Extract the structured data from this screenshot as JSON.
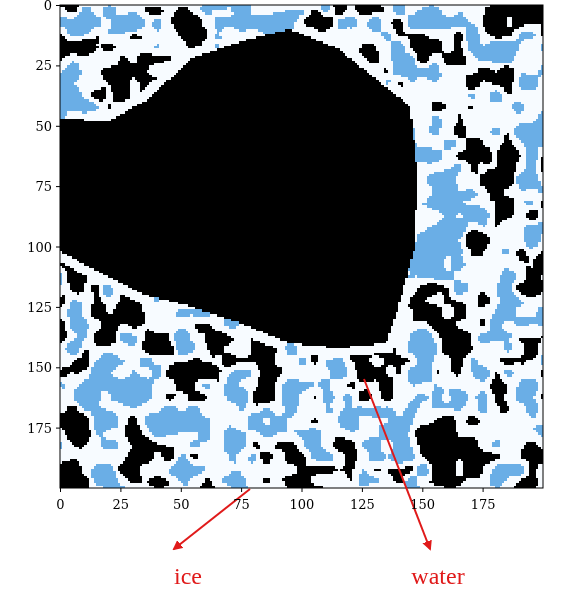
{
  "diagram": {
    "labels": [
      "0",
      "25",
      "50",
      "75",
      "100",
      "125",
      "150",
      "175",
      "0",
      "25",
      "50",
      "75",
      "100",
      "125",
      "150",
      "175",
      "ice",
      "water"
    ]
  }
}
